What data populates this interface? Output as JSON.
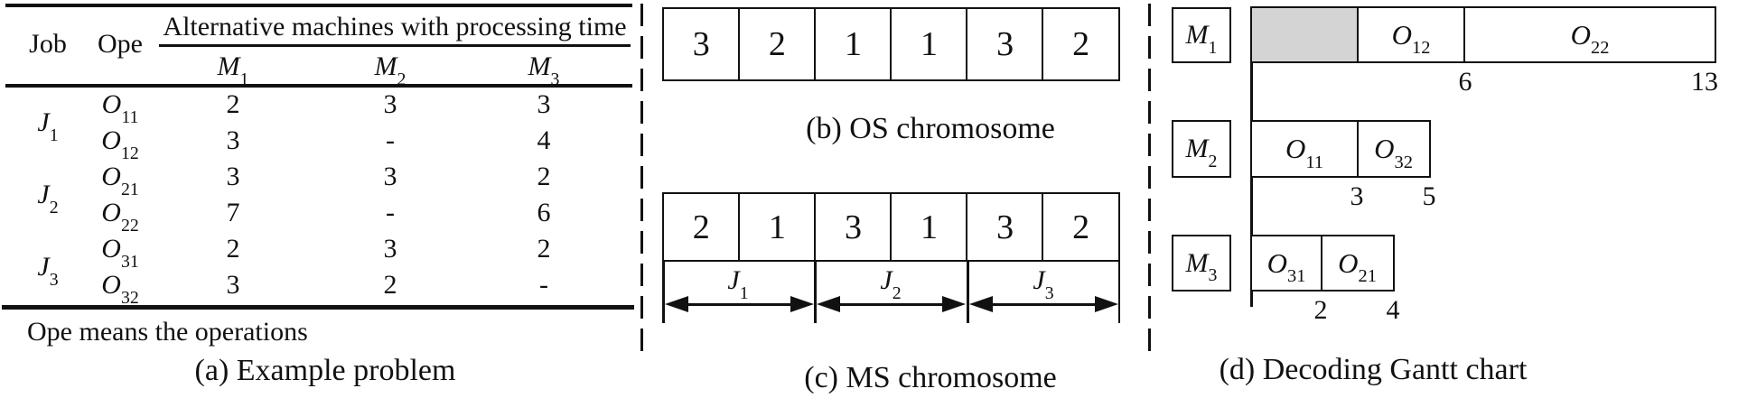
{
  "figure": {
    "panel_a": {
      "caption": "(a) Example problem",
      "footnote": "Ope means the operations",
      "col_job": "Job",
      "col_ope": "Ope",
      "span_header": "Alternative machines with processing time",
      "machine_cols": [
        {
          "base": "M",
          "sub": "1"
        },
        {
          "base": "M",
          "sub": "2"
        },
        {
          "base": "M",
          "sub": "3"
        }
      ],
      "jobs": [
        {
          "base": "J",
          "sub": "1"
        },
        {
          "base": "J",
          "sub": "2"
        },
        {
          "base": "J",
          "sub": "3"
        }
      ],
      "rows": [
        {
          "ope": {
            "base": "O",
            "sub": "11"
          },
          "m1": "2",
          "m2": "3",
          "m3": "3"
        },
        {
          "ope": {
            "base": "O",
            "sub": "12"
          },
          "m1": "3",
          "m2": "-",
          "m3": "4"
        },
        {
          "ope": {
            "base": "O",
            "sub": "21"
          },
          "m1": "3",
          "m2": "3",
          "m3": "2"
        },
        {
          "ope": {
            "base": "O",
            "sub": "22"
          },
          "m1": "7",
          "m2": "-",
          "m3": "6"
        },
        {
          "ope": {
            "base": "O",
            "sub": "31"
          },
          "m1": "2",
          "m2": "3",
          "m3": "2"
        },
        {
          "ope": {
            "base": "O",
            "sub": "32"
          },
          "m1": "3",
          "m2": "2",
          "m3": "-"
        }
      ]
    },
    "panel_b": {
      "caption": "(b) OS chromosome",
      "cells": [
        "3",
        "2",
        "1",
        "1",
        "3",
        "2"
      ]
    },
    "panel_c": {
      "caption": "(c) MS chromosome",
      "cells": [
        "2",
        "1",
        "3",
        "1",
        "3",
        "2"
      ],
      "jobs": [
        {
          "base": "J",
          "sub": "1"
        },
        {
          "base": "J",
          "sub": "2"
        },
        {
          "base": "J",
          "sub": "3"
        }
      ]
    },
    "panel_d": {
      "caption": "(d) Decoding Gantt chart",
      "machines": [
        {
          "base": "M",
          "sub": "1"
        },
        {
          "base": "M",
          "sub": "2"
        },
        {
          "base": "M",
          "sub": "3"
        }
      ],
      "rows": [
        {
          "bars": [
            {
              "type": "idle",
              "start": 0,
              "end": 3
            },
            {
              "type": "op",
              "label": {
                "base": "O",
                "sub": "12"
              },
              "start": 3,
              "end": 6
            },
            {
              "type": "op",
              "label": {
                "base": "O",
                "sub": "22"
              },
              "start": 6,
              "end": 13
            }
          ],
          "ticks": [
            "6",
            "13"
          ]
        },
        {
          "bars": [
            {
              "type": "op",
              "label": {
                "base": "O",
                "sub": "11"
              },
              "start": 0,
              "end": 3
            },
            {
              "type": "op",
              "label": {
                "base": "O",
                "sub": "32"
              },
              "start": 3,
              "end": 5
            }
          ],
          "ticks": [
            "3",
            "5"
          ]
        },
        {
          "bars": [
            {
              "type": "op",
              "label": {
                "base": "O",
                "sub": "31"
              },
              "start": 0,
              "end": 2
            },
            {
              "type": "op",
              "label": {
                "base": "O",
                "sub": "21"
              },
              "start": 2,
              "end": 4
            }
          ],
          "ticks": [
            "2",
            "4"
          ]
        }
      ],
      "idle_fill": "#d4d4d4"
    }
  }
}
